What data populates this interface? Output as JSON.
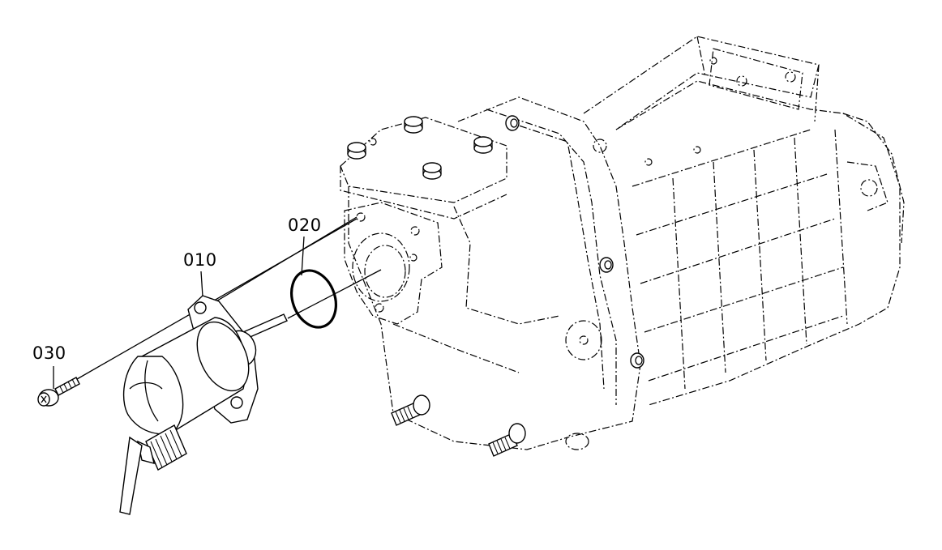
{
  "labels": {
    "part_010": "010",
    "part_020": "020",
    "part_030": "030"
  }
}
